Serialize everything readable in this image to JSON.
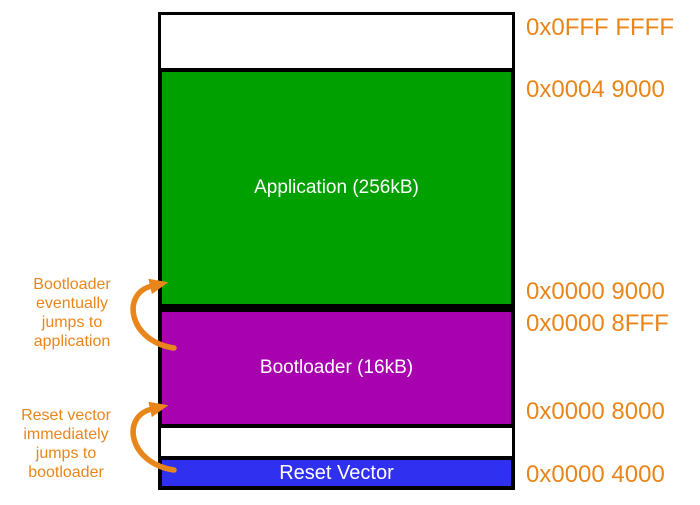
{
  "memory_map": {
    "regions": [
      {
        "name": "application",
        "label": "Application (256kB)",
        "color": "#00A000"
      },
      {
        "name": "bootloader",
        "label": "Bootloader (16kB)",
        "color": "#A801B0"
      },
      {
        "name": "reset_vector",
        "label": "Reset Vector",
        "color": "#3030F0"
      }
    ],
    "addresses": [
      "0x0FFF FFFF",
      "0x0004 9000",
      "0x0000 9000",
      "0x0000 8FFF",
      "0x0000 8000",
      "0x0000 4000"
    ]
  },
  "annotations": [
    {
      "text": "Bootloader\neventually\njumps to\napplication"
    },
    {
      "text": "Reset vector\nimmediately\njumps to\nbootloader"
    }
  ],
  "colors": {
    "accent_orange": "#E8861C",
    "region_green": "#00A000",
    "region_purple": "#A801B0",
    "region_blue": "#3030F0",
    "border_black": "#000000",
    "region_text": "#FFFFFF"
  }
}
